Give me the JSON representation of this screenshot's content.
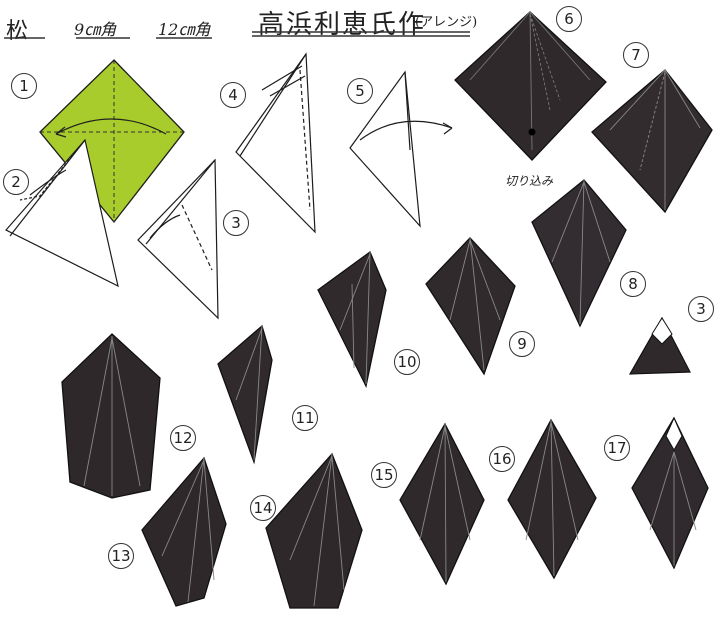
{
  "header": {
    "title_left": "松",
    "size_1": "9㎝角",
    "size_2": "12㎝角",
    "author": "高浜利恵氏作",
    "arrange": "(アレンジ)"
  },
  "notes": {
    "cut_label": "切り込み"
  },
  "steps": [
    "1",
    "2",
    "3",
    "4",
    "5",
    "6",
    "7",
    "8",
    "9",
    "10",
    "11",
    "12",
    "13",
    "14",
    "15",
    "16",
    "17"
  ],
  "inset_label": "3",
  "colors": {
    "paper_face": "#a7cc2c",
    "paper_back": "#2f292c",
    "line": "#1c1c1c"
  }
}
